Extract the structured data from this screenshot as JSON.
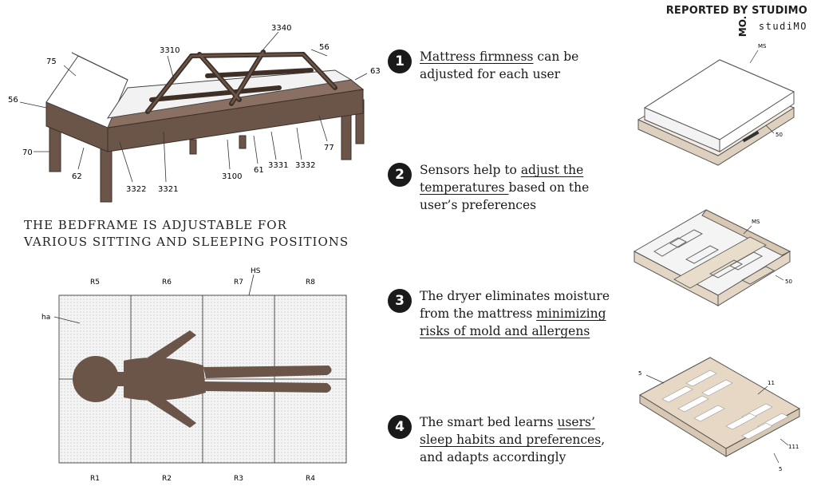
{
  "header": {
    "reported_by": "REPORTED BY STUDIMO",
    "logo_mark": "MO.",
    "logo_text": "studiMO"
  },
  "bed_labels": [
    "3340",
    "3310",
    "56",
    "75",
    "63",
    "56",
    "70",
    "62",
    "3322",
    "3321",
    "3100",
    "61",
    "3331",
    "3332",
    "77"
  ],
  "caption": {
    "line1": "THE BEDFRAME IS ADJUSTABLE FOR",
    "line2": "VARIOUS SITTING AND SLEEPING POSITIONS"
  },
  "grid_labels": {
    "hs": "HS",
    "ha": "ha",
    "top": [
      "R5",
      "R6",
      "R7",
      "R8"
    ],
    "bottom": [
      "R1",
      "R2",
      "R3",
      "R4"
    ]
  },
  "features": [
    {
      "number": "1",
      "parts": [
        {
          "text": "Mattress firmness",
          "u": true
        },
        {
          "text": " can be adjusted for each user",
          "u": false
        }
      ]
    },
    {
      "number": "2",
      "parts": [
        {
          "text": "Sensors help to ",
          "u": false
        },
        {
          "text": "adjust the temperatures ",
          "u": true
        },
        {
          "text": "based on the user’s preferences",
          "u": false
        }
      ]
    },
    {
      "number": "3",
      "parts": [
        {
          "text": "The dryer eliminates moisture from the mattress ",
          "u": false
        },
        {
          "text": "minimizing risks of mold and allergens",
          "u": true
        }
      ]
    },
    {
      "number": "4",
      "parts": [
        {
          "text": "The smart bed learns ",
          "u": false
        },
        {
          "text": "users’ sleep habits and preferences",
          "u": true
        },
        {
          "text": ", and adapts accordingly",
          "u": false
        }
      ]
    }
  ],
  "right_labels": {
    "ms1": "MS",
    "n50a": "50",
    "ms2": "MS",
    "n50b": "50",
    "n5a": "5",
    "n11": "11",
    "n111": "111",
    "n5b": "5"
  }
}
